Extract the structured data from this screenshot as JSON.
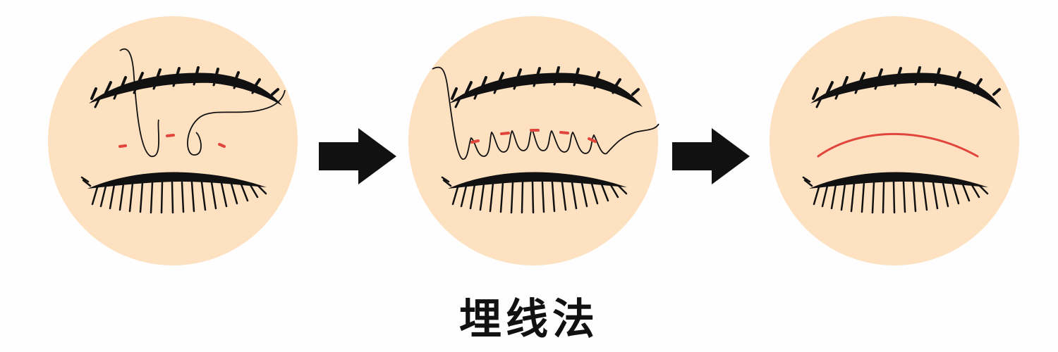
{
  "caption": "埋线法",
  "colors": {
    "skin": "#fde1c1",
    "ink": "#111111",
    "incision": "#e2453c",
    "background": "#fefefe"
  },
  "steps": [
    {
      "name": "step-1",
      "elements": [
        "eyebrow",
        "closed-eye",
        "suture-thread",
        "incision-marks"
      ]
    },
    {
      "name": "step-2",
      "elements": [
        "eyebrow",
        "closed-eye",
        "suture-thread",
        "incision-marks"
      ]
    },
    {
      "name": "step-3",
      "elements": [
        "eyebrow",
        "closed-eye",
        "double-eyelid-crease"
      ]
    }
  ],
  "arrows": [
    "right-arrow",
    "right-arrow"
  ]
}
